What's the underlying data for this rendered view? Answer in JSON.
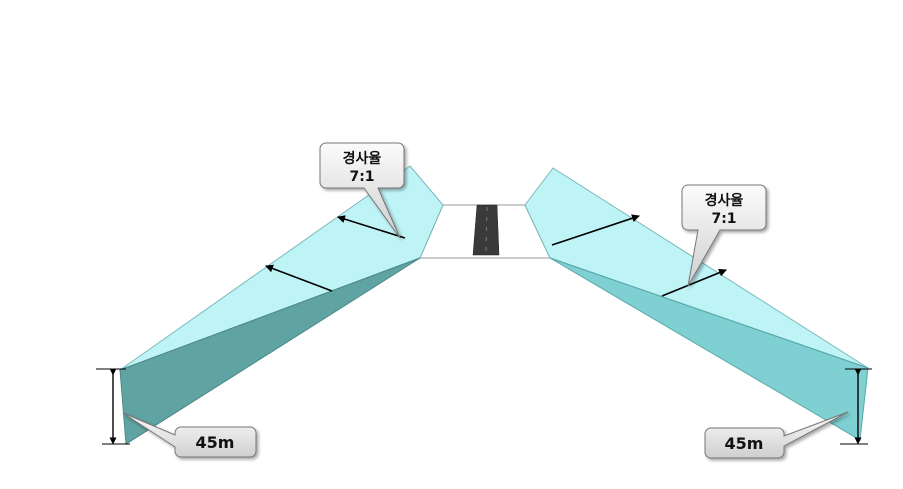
{
  "callouts": {
    "left_slope": {
      "line1": "경사율",
      "line2": "7:1"
    },
    "right_slope": {
      "line1": "경사율",
      "line2": "7:1"
    },
    "left_height": "45m",
    "right_height": "45m"
  },
  "colors": {
    "slope_light": "#bff4f7",
    "slope_dark_left": "#5fa3a2",
    "slope_dark_right": "#7fd0d2",
    "runway": "#3a3a3a",
    "callout_fill": "#e6e6e6"
  }
}
